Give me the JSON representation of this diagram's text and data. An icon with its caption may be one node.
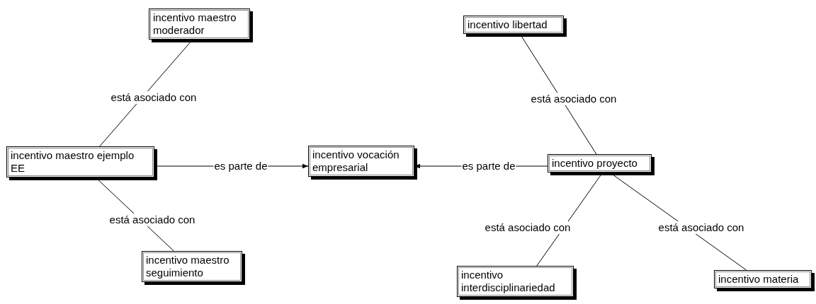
{
  "diagram": {
    "nodes": [
      {
        "text": [
          "incentivo maestro moderador"
        ]
      },
      {
        "text": [
          "incentivo libertad"
        ]
      },
      {
        "text": [
          "incentivo maestro ejemplo EE"
        ]
      },
      {
        "text": [
          "incentivo vocación empresarial"
        ]
      },
      {
        "text": [
          "incentivo proyecto"
        ]
      },
      {
        "text": [
          "incentivo maestro seguimiento"
        ]
      },
      {
        "text": [
          "incentivo interdisciplinariedad"
        ]
      },
      {
        "text": [
          "incentivo materia"
        ]
      }
    ],
    "edges": [
      {
        "from": 0,
        "to": 2,
        "label": "está asociado con",
        "arrow": "none"
      },
      {
        "from": 1,
        "to": 4,
        "label": "está asociado con",
        "arrow": "none"
      },
      {
        "from": 2,
        "to": 3,
        "label": "es parte de",
        "arrow": "to"
      },
      {
        "from": 4,
        "to": 3,
        "label": "es parte de",
        "arrow": "to"
      },
      {
        "from": 2,
        "to": 5,
        "label": "está asociado con",
        "arrow": "none"
      },
      {
        "from": 4,
        "to": 6,
        "label": "está asociado con",
        "arrow": "none"
      },
      {
        "from": 4,
        "to": 7,
        "label": "está asociado con",
        "arrow": "none"
      }
    ]
  }
}
